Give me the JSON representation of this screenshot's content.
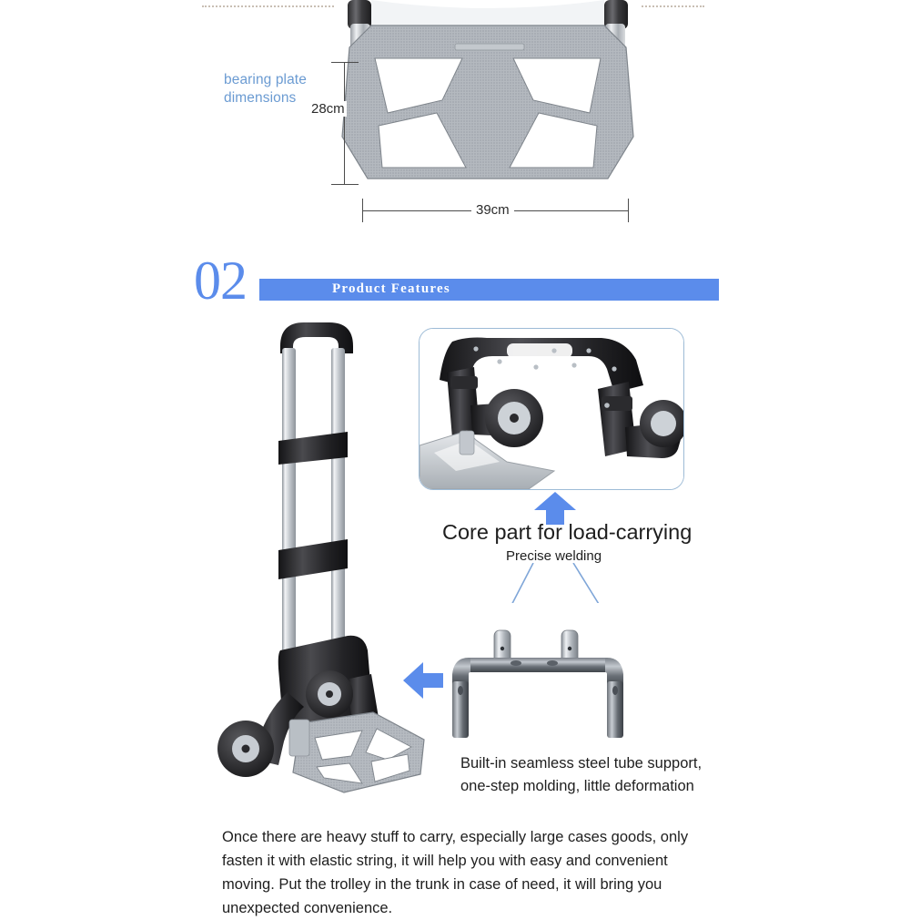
{
  "section1": {
    "label": "bearing plate\ndimensions",
    "label_line1": "bearing plate",
    "label_line2": "dimensions",
    "height_dimension": "28cm",
    "width_dimension": "39cm",
    "photo_alt": "bearing-plate-photo",
    "label_color": "#6b9bd2"
  },
  "section2": {
    "number": "02",
    "title": "Product Features",
    "accent_color": "#5b8ceb"
  },
  "features": {
    "trolley_photo_alt": "folding-hand-truck-photo",
    "inset_photo_alt": "wheel-joint-closeup-photo",
    "core_caption": "Core part for load-carrying",
    "welding_caption": "Precise welding",
    "tube_photo_alt": "steel-tube-frame-photo",
    "tube_caption_line1": "Built-in seamless steel tube support,",
    "tube_caption_line2": "one-step molding, little deformation",
    "tube_caption": "Built-in seamless steel tube support, one-step molding, little deformation",
    "arrow_up_name": "arrow-up-icon",
    "arrow_left_name": "arrow-left-icon"
  },
  "bottom": {
    "paragraph": "Once there are heavy stuff to carry, especially large cases goods, only fasten it with elastic string, it will help you with easy and convenient moving. Put the trolley in the trunk in case of need, it will bring you unexpected convenience."
  }
}
